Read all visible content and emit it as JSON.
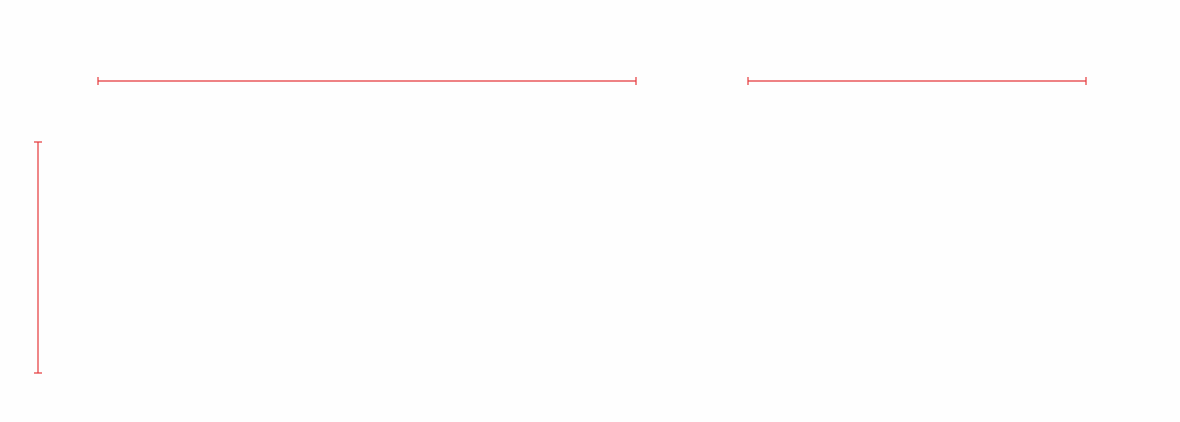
{
  "colors": {
    "background": "#fefefe",
    "marker": "#e5383b"
  },
  "markers": [
    {
      "id": "horizontal-marker-left",
      "orientation": "horizontal"
    },
    {
      "id": "horizontal-marker-right",
      "orientation": "horizontal"
    },
    {
      "id": "vertical-marker-left",
      "orientation": "vertical"
    }
  ]
}
